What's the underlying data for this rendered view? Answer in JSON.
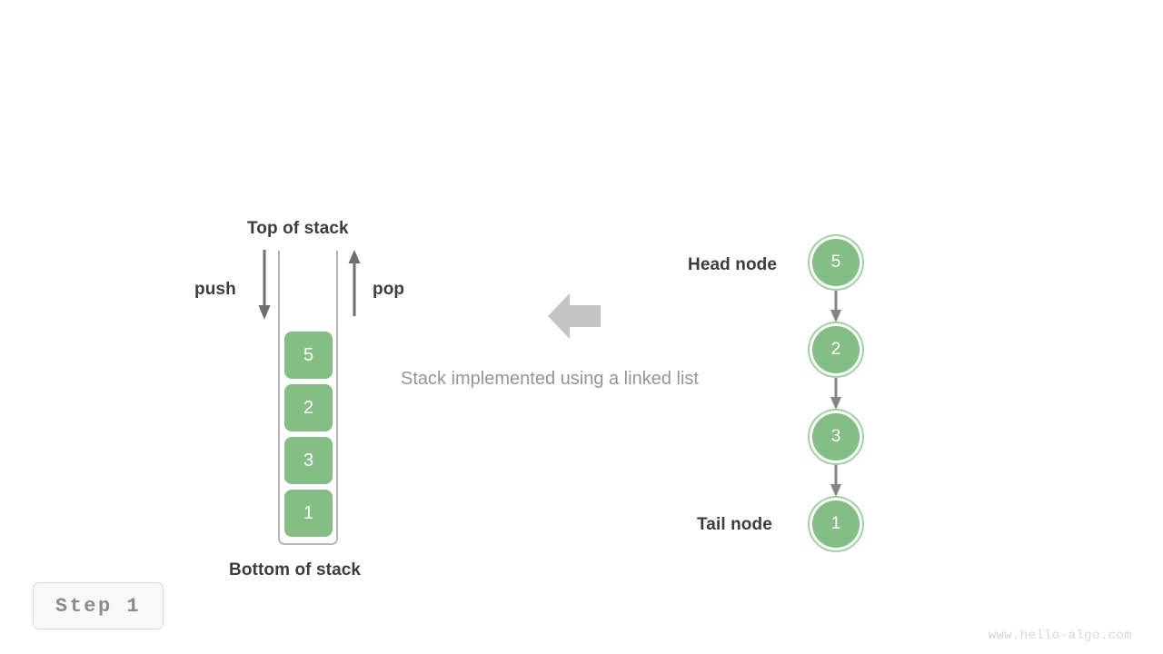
{
  "title": "Stack implemented using a linked list",
  "colors": {
    "node_fill": "#84be84",
    "node_ring": "#9ecf9e",
    "wall": "#b4b4b4",
    "arrow_gray": "#6e6e6e",
    "block_arrow": "#c4c4c4",
    "caption_text": "#959595",
    "label_text": "#3c3c3c",
    "badge_text": "#8a8a8a",
    "watermark_text": "#d5d5d5"
  },
  "stack": {
    "top_label": "Top of stack",
    "bottom_label": "Bottom of stack",
    "push_label": "push",
    "pop_label": "pop",
    "cells": [
      {
        "value": "5"
      },
      {
        "value": "2"
      },
      {
        "value": "3"
      },
      {
        "value": "1"
      }
    ]
  },
  "center": {
    "caption": "Stack implemented using a linked list",
    "arrow_direction": "left"
  },
  "linked_list": {
    "head_label": "Head node",
    "tail_label": "Tail node",
    "nodes": [
      {
        "value": "5"
      },
      {
        "value": "2"
      },
      {
        "value": "3"
      },
      {
        "value": "1"
      }
    ]
  },
  "footer": {
    "step_badge": "Step 1",
    "watermark": "www.hello-algo.com"
  }
}
